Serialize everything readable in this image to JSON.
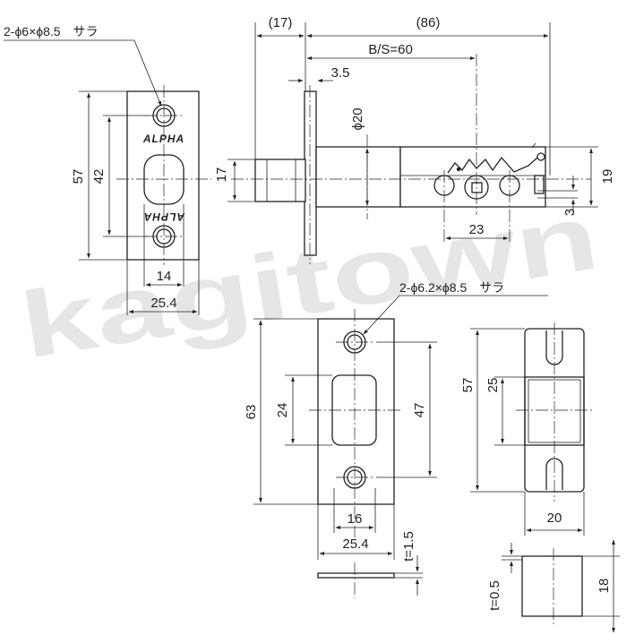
{
  "watermark": "kagitown",
  "latch_front": {
    "callout": "2-ϕ6×ϕ8.5　サラ",
    "brand": "ALPHA",
    "height_57": "57",
    "hole_pitch_42": "42",
    "hole_width_14": "14",
    "plate_width_25_4": "25.4"
  },
  "latch_side": {
    "overall_17": "(17)",
    "overall_86": "(86)",
    "backset": "B/S=60",
    "plate_3_5": "3.5",
    "bolt_dia": "ϕ20",
    "bolt_height_17": "17",
    "height_19": "19",
    "offset_3": "3",
    "hole_pitch_23": "23"
  },
  "strike": {
    "callout": "2-ϕ6.2×ϕ8.5　サラ",
    "height_63": "63",
    "opening_24": "24",
    "hole_pitch_47": "47",
    "hole_width_16": "16",
    "width_25_4": "25.4",
    "thickness": "t=1.5"
  },
  "box": {
    "height_57": "57",
    "opening_25": "25",
    "width_20": "20",
    "height_18": "18",
    "thickness": "t=0.5"
  },
  "icons": [
    "arrow-icon",
    "screw-hole-icon",
    "spring-icon"
  ]
}
